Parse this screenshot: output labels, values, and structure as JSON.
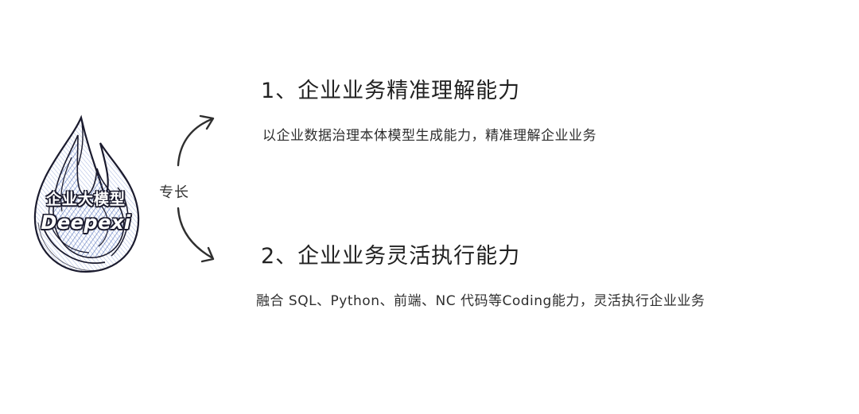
{
  "logo": {
    "title": "企业大模型",
    "name": "Deepexi",
    "icon": "flame-drop-icon"
  },
  "connector": {
    "label": "专长",
    "icon": "curved-arrow-icon"
  },
  "items": [
    {
      "heading": "1、企业业务精准理解能力",
      "description": "以企业数据治理本体模型生成能力，精准理解企业业务"
    },
    {
      "heading": "2、企业业务灵活执行能力",
      "description": "融合 SQL、Python、前端、NC 代码等Coding能力，灵活执行企业业务"
    }
  ],
  "colors": {
    "ink": "#1b1b2e",
    "accent_blue": "#3d5fb0",
    "text": "#2b2b2b"
  }
}
